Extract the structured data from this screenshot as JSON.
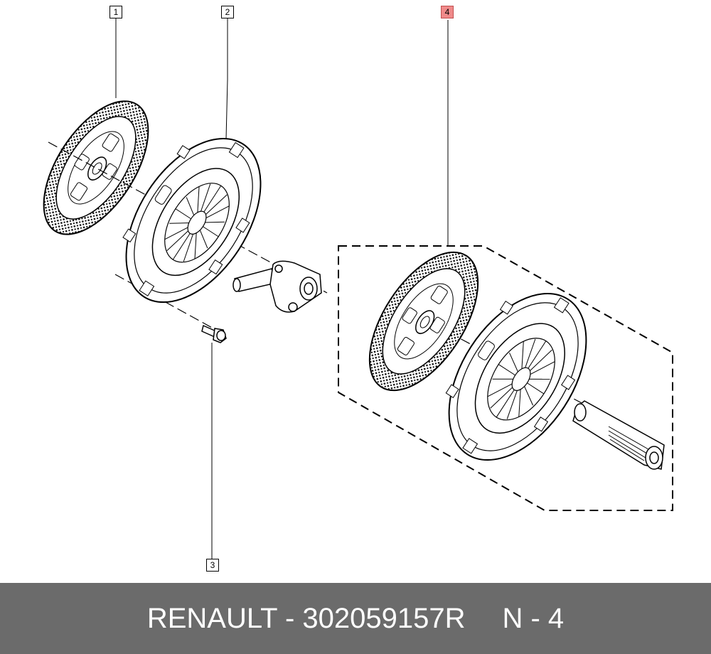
{
  "callouts": {
    "c1": "1",
    "c2": "2",
    "c3": "3",
    "c4": "4"
  },
  "highlight_color": "#f08a8a",
  "footer": {
    "part_label": "RENAULT - 302059157R",
    "position_label": "N - 4",
    "background": "#6b6b6b"
  }
}
